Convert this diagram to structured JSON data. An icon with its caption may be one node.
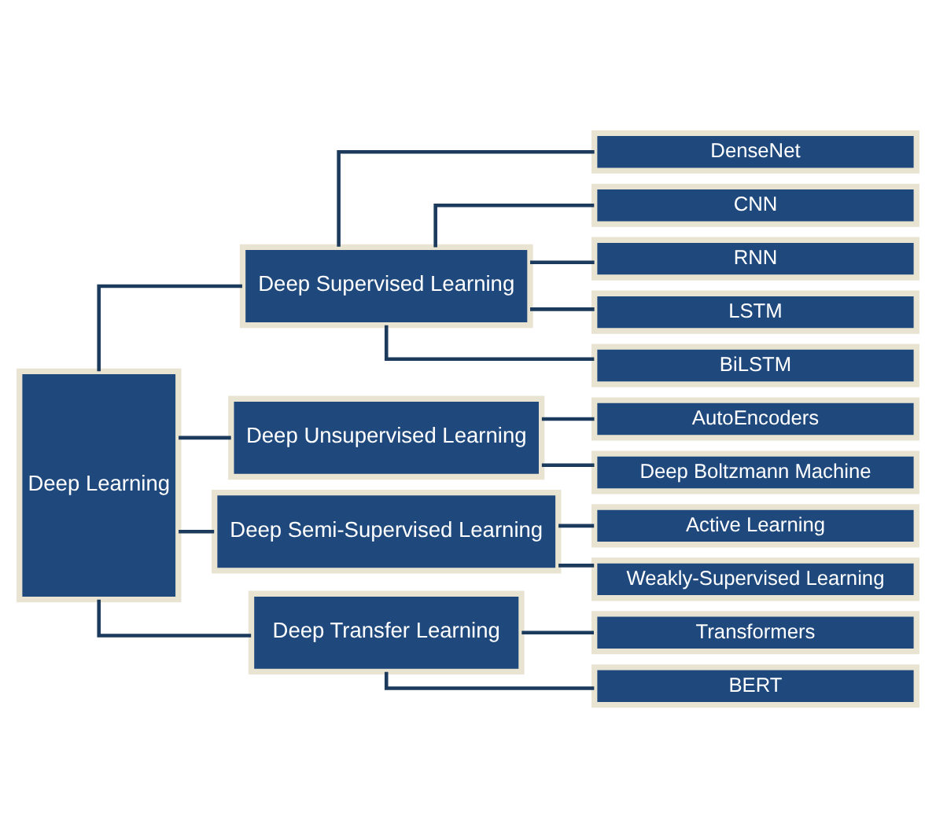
{
  "diagram": {
    "nodes": [
      {
        "text": [
          "Deep Learning"
        ]
      },
      {
        "text": [
          "Deep Supervised Learning"
        ]
      },
      {
        "text": [
          "DenseNet"
        ]
      },
      {
        "text": [
          "CNN"
        ]
      },
      {
        "text": [
          "RNN"
        ]
      },
      {
        "text": [
          "LSTM"
        ]
      },
      {
        "text": [
          "BiLSTM"
        ]
      },
      {
        "text": [
          "Deep Unsupervised Learning"
        ]
      },
      {
        "text": [
          "AutoEncoders"
        ]
      },
      {
        "text": [
          "Deep Boltzmann Machine"
        ]
      },
      {
        "text": [
          "Deep Semi-Supervised Learning"
        ]
      },
      {
        "text": [
          "Active Learning"
        ]
      },
      {
        "text": [
          "Weakly-Supervised Learning"
        ]
      },
      {
        "text": [
          "Deep Transfer Learning"
        ]
      },
      {
        "text": [
          "Transformers"
        ]
      },
      {
        "text": [
          "BERT"
        ]
      }
    ],
    "edges": [
      {
        "from": 0,
        "to": 1,
        "arrow": "none"
      },
      {
        "from": 0,
        "to": 7,
        "arrow": "none"
      },
      {
        "from": 0,
        "to": 10,
        "arrow": "none"
      },
      {
        "from": 0,
        "to": 13,
        "arrow": "none"
      },
      {
        "from": 1,
        "to": 2,
        "arrow": "none"
      },
      {
        "from": 1,
        "to": 3,
        "arrow": "none"
      },
      {
        "from": 1,
        "to": 4,
        "arrow": "none"
      },
      {
        "from": 1,
        "to": 5,
        "arrow": "none"
      },
      {
        "from": 1,
        "to": 6,
        "arrow": "none"
      },
      {
        "from": 7,
        "to": 8,
        "arrow": "none"
      },
      {
        "from": 7,
        "to": 9,
        "arrow": "none"
      },
      {
        "from": 10,
        "to": 11,
        "arrow": "none"
      },
      {
        "from": 10,
        "to": 12,
        "arrow": "none"
      },
      {
        "from": 13,
        "to": 14,
        "arrow": "none"
      },
      {
        "from": 13,
        "to": 15,
        "arrow": "none"
      }
    ]
  }
}
